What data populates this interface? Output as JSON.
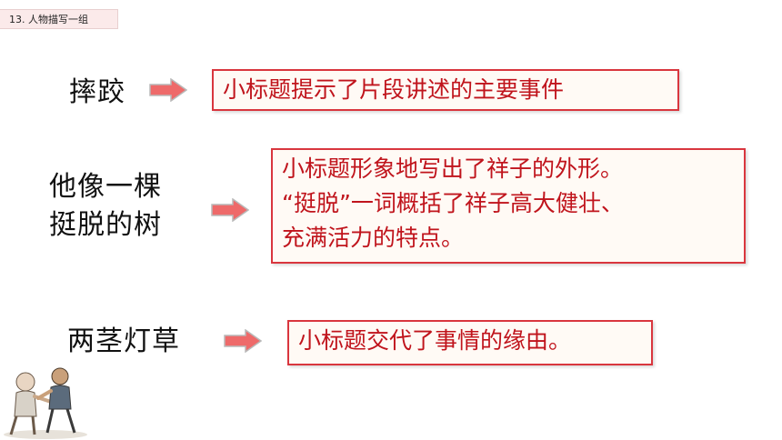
{
  "header": {
    "lesson_tag": "13. 人物描写一组"
  },
  "rows": [
    {
      "title": "摔跤",
      "explanation": "小标题提示了片段讲述的主要事件"
    },
    {
      "title_line1": "他像一棵",
      "title_line2": "挺脱的树",
      "explanation_line1": "小标题形象地写出了祥子的外形。",
      "explanation_line2": "“挺脱”一词概括了祥子高大健壮、",
      "explanation_line3": "充满活力的特点。"
    },
    {
      "title": "两茎灯草",
      "explanation": "小标题交代了事情的缘由。"
    }
  ],
  "colors": {
    "accent": "#d9363e",
    "arrow_fill": "#ee6a6a",
    "text_red": "#c0141c"
  },
  "icons": {
    "arrow": "right-arrow-icon",
    "illustration": "wrestling-boys-illustration"
  }
}
